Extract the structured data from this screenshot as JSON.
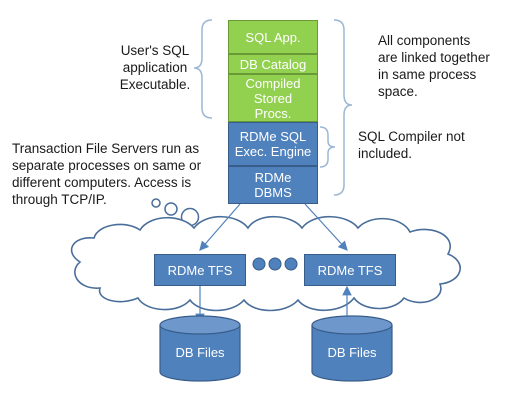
{
  "stack": {
    "sql_app": "SQL App.",
    "db_catalog": "DB Catalog",
    "compiled_procs": "Compiled\nStored\nProcs.",
    "exec_engine": "RDMe SQL\nExec. Engine",
    "dbms": "RDMe\nDBMS"
  },
  "notes": {
    "users_app": "User's SQL\napplication\nExecutable.",
    "components_linked": "All components\nare linked together\nin same process\nspace.",
    "compiler_not_included": "SQL Compiler not\nincluded.",
    "tfs_description": "Transaction File Servers run as\nseparate processes on same or\ndifferent computers.  Access is\nthrough TCP/IP."
  },
  "servers": {
    "left": "RDMe TFS",
    "right": "RDMe TFS"
  },
  "storage": {
    "left": "DB Files",
    "right": "DB Files"
  },
  "colors": {
    "green": "#92d050",
    "blue": "#4f81bd",
    "bracket": "#9bb7d4"
  }
}
